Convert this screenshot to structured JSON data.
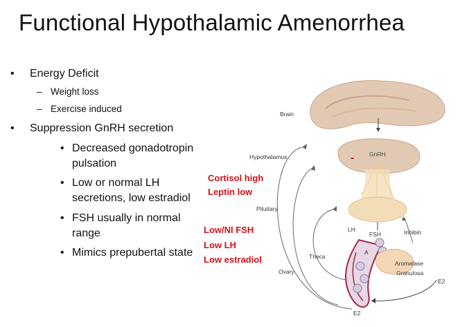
{
  "title": "Functional Hypothalamic Amenorrhea",
  "bullets": {
    "b1": "Energy Deficit",
    "b1_sub1": "Weight loss",
    "b1_sub2": "Exercise induced",
    "b2": "Suppression GnRH secretion",
    "b2_items": [
      [
        "Decreased gonadotropin",
        "pulsation"
      ],
      [
        "Low or normal LH",
        "secretions, low estradiol"
      ],
      [
        "FSH usually in normal",
        "range"
      ],
      [
        "Mimics prepubertal state"
      ]
    ]
  },
  "annotations": {
    "a1": "Cortisol high",
    "a2": "Leptin low",
    "a3": "Low/Nl FSH",
    "a4": "Low LH",
    "a5": "Low estradiol",
    "minus": "-"
  },
  "diagram_labels": {
    "brain": "Brain",
    "hypothalamus": "Hypothalamus",
    "gnrh": "GnRH",
    "pituitary": "Pituitary",
    "lh": "LH",
    "fsh": "FSH",
    "inhibin": "Inhibin",
    "theca": "Theca",
    "a": "A",
    "aromatase": "Aromatase",
    "granulosa": "Granulosa",
    "ovary": "Ovary",
    "e2_right": "E2",
    "e2_bottom": "E2"
  },
  "colors": {
    "red": "#d0121b",
    "tissue": "#e2c9b4",
    "tissue_dark": "#c9a58a",
    "gland": "#f3ddb8",
    "vessel": "#a4254a"
  }
}
